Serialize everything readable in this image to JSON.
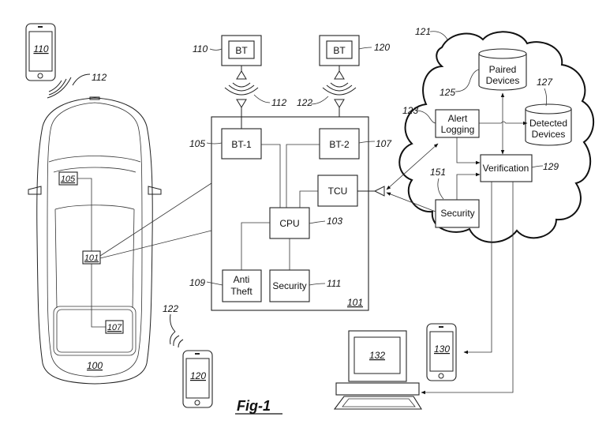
{
  "figure": {
    "label": "Fig-1"
  },
  "car": {
    "ref": "100",
    "modules": [
      {
        "ref": "105"
      },
      {
        "ref": "101"
      },
      {
        "ref": "107"
      }
    ]
  },
  "phones": [
    {
      "ref": "110",
      "signal_ref": "112"
    },
    {
      "ref": "120",
      "signal_ref": "122"
    },
    {
      "ref": "130"
    }
  ],
  "computer": {
    "ref": "132"
  },
  "bt_devices": [
    {
      "label": "BT",
      "ref": "110",
      "signal_ref": "112"
    },
    {
      "label": "BT",
      "ref": "120",
      "signal_ref": "122"
    }
  ],
  "controller": {
    "ref": "101",
    "blocks": {
      "bt1": {
        "label": "BT-1",
        "ref": "105"
      },
      "bt2": {
        "label": "BT-2",
        "ref": "107"
      },
      "tcu": {
        "label": "TCU"
      },
      "cpu": {
        "label": "CPU",
        "ref": "103"
      },
      "anti_theft": {
        "line1": "Anti",
        "line2": "Theft",
        "ref": "109"
      },
      "security": {
        "label": "Security",
        "ref": "111"
      }
    }
  },
  "cloud": {
    "ref": "121",
    "paired": {
      "line1": "Paired",
      "line2": "Devices",
      "ref": "125"
    },
    "detected": {
      "line1": "Detected",
      "line2": "Devices",
      "ref": "127"
    },
    "alert": {
      "line1": "Alert",
      "line2": "Logging",
      "ref": "123"
    },
    "verification": {
      "label": "Verification",
      "ref": "129"
    },
    "security": {
      "label": "Security",
      "ref": "151"
    }
  }
}
